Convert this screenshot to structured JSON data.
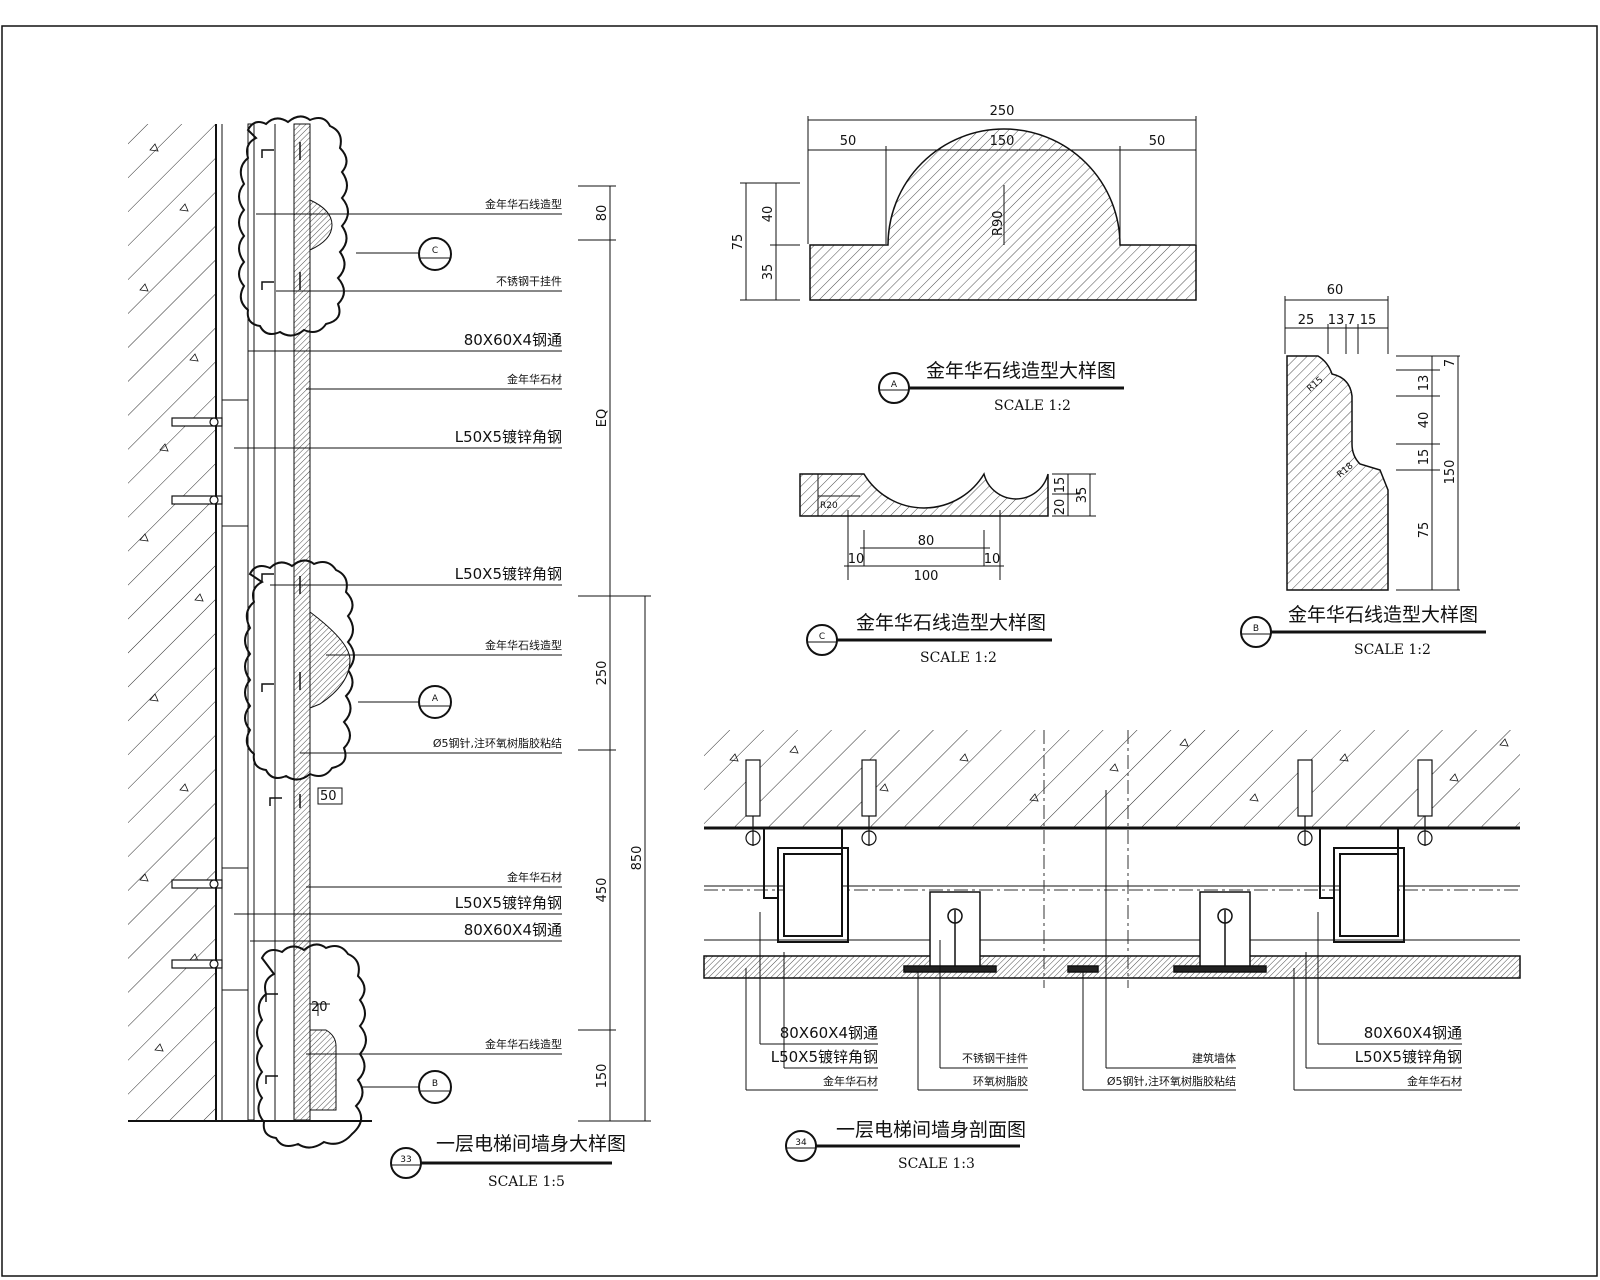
{
  "left_detail": {
    "title": "一层电梯间墙身大样图",
    "scale": "SCALE 1:5",
    "bubble": "33",
    "callouts": [
      "金年华石线造型",
      "不锈钢干挂件",
      "80X60X4钢通",
      "金年华石材",
      "L50X5镀锌角钢",
      "L50X5镀锌角钢",
      "金年华石线造型",
      "Ø5钢针,注环氧树脂胶粘结",
      "金年华石材",
      "L50X5镀锌角钢",
      "80X60X4钢通",
      "金年华石线造型"
    ],
    "section_marks": [
      "C",
      "A",
      "B"
    ],
    "dims_right": [
      "80",
      "EQ",
      "250",
      "450",
      "150",
      "850"
    ],
    "dims_small": [
      "50",
      "20"
    ]
  },
  "detail_a": {
    "title": "金年华石线造型大样图",
    "scale": "SCALE 1:2",
    "bubble": "A",
    "dims_top": [
      "250",
      "50",
      "150",
      "50"
    ],
    "dims_left": [
      "75",
      "40",
      "35"
    ],
    "radius": "R90"
  },
  "detail_c": {
    "title": "金年华石线造型大样图",
    "scale": "SCALE 1:2",
    "bubble": "C",
    "dims_bottom": [
      "80",
      "10",
      "100",
      "10"
    ],
    "dims_right": [
      "15",
      "20",
      "35"
    ],
    "radius": "R20"
  },
  "detail_b": {
    "title": "金年华石线造型大样图",
    "scale": "SCALE 1:2",
    "bubble": "B",
    "dims_top": [
      "60",
      "25",
      "13",
      "7",
      "15"
    ],
    "dims_right": [
      "7",
      "13",
      "40",
      "15",
      "150",
      "75"
    ],
    "radii": [
      "R15",
      "R18"
    ]
  },
  "section": {
    "title": "一层电梯间墙身剖面图",
    "scale": "SCALE 1:3",
    "bubble": "34",
    "callouts_left": [
      "80X60X4钢通",
      "L50X5镀锌角钢",
      "金年华石材"
    ],
    "callouts_mid": [
      "不锈钢干挂件",
      "环氧树脂胶"
    ],
    "callouts_mid2": [
      "建筑墙体",
      "Ø5钢针,注环氧树脂胶粘结"
    ],
    "callouts_right": [
      "80X60X4钢通",
      "L50X5镀锌角钢",
      "金年华石材"
    ]
  }
}
